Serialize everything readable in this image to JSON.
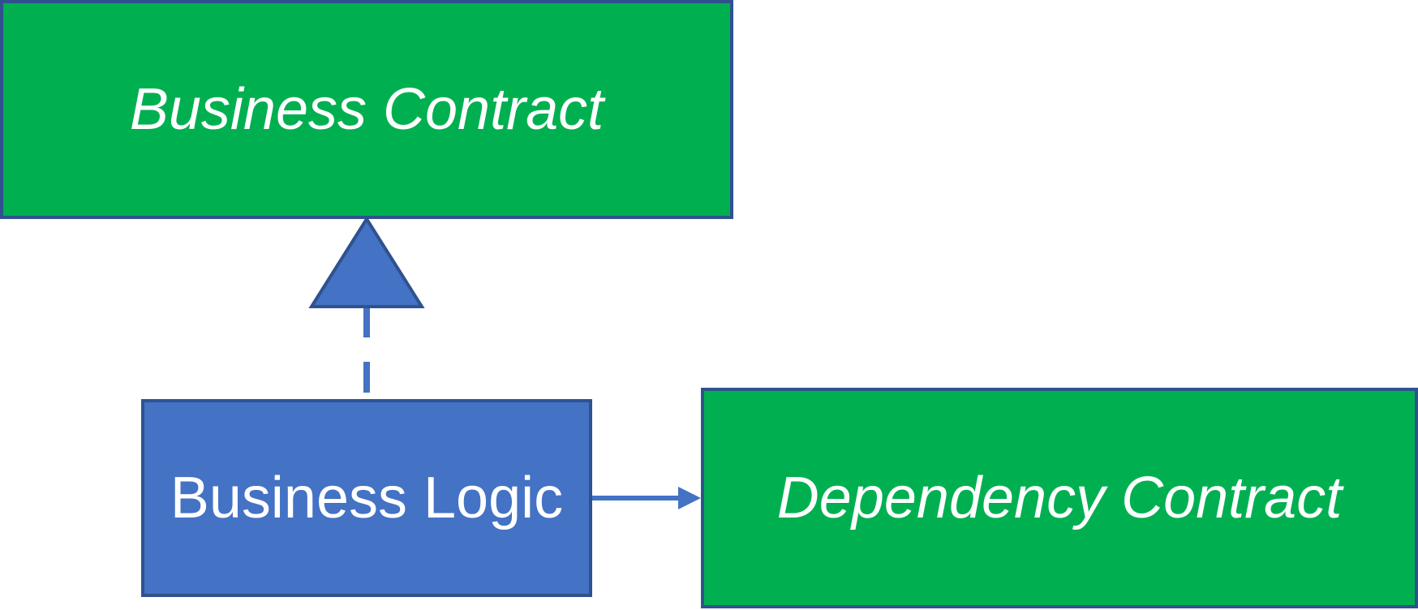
{
  "nodes": {
    "business_contract": {
      "label": "Business Contract",
      "kind": "interface",
      "fill": "#00b050"
    },
    "business_logic": {
      "label": "Business Logic",
      "kind": "implementation",
      "fill": "#4472c4"
    },
    "dependency_contract": {
      "label": "Dependency Contract",
      "kind": "interface",
      "fill": "#00b050"
    }
  },
  "edges": [
    {
      "from": "business_logic",
      "to": "business_contract",
      "style": "dashed",
      "arrowhead": "hollow-triangle",
      "meaning": "realization"
    },
    {
      "from": "business_logic",
      "to": "dependency_contract",
      "style": "solid",
      "arrowhead": "open-arrow",
      "meaning": "dependency"
    }
  ],
  "colors": {
    "interface_fill": "#00b050",
    "implementation_fill": "#4472c4",
    "border": "#2f528f",
    "connector": "#4472c4",
    "text": "#ffffff"
  }
}
